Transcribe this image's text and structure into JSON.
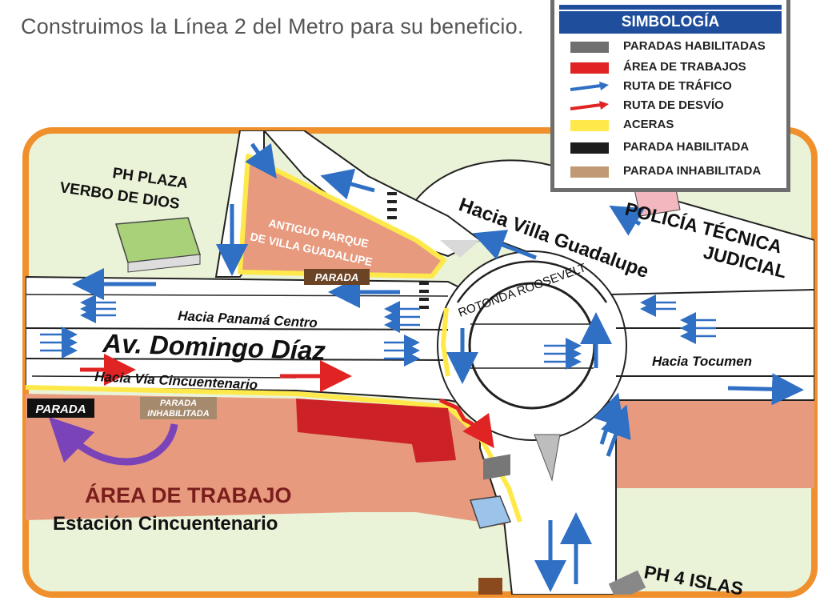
{
  "intro_text": "Construimos la Línea 2 del Metro para su beneficio.",
  "legend": {
    "title": "SIMBOLOGÍA",
    "items": [
      {
        "label": "PARADAS HABILITADAS",
        "symbol": "gray-bar",
        "color": "#6f6f6f"
      },
      {
        "label": "ÁREA DE TRABAJOS",
        "symbol": "red-bar",
        "color": "#e02424"
      },
      {
        "label": "RUTA DE TRÁFICO",
        "symbol": "blue-arrow",
        "color": "#2f6fc4"
      },
      {
        "label": "RUTA DE DESVÍO",
        "symbol": "red-arrow",
        "color": "#e02424"
      },
      {
        "label": "ACERAS",
        "symbol": "yellow-bar",
        "color": "#ffe94a"
      },
      {
        "label": "PARADA HABILITADA",
        "symbol": "black-bar",
        "color": "#1d1d1d"
      },
      {
        "label": "PARADA INHABILITADA",
        "symbol": "tan-bar",
        "color": "#c09a74"
      }
    ]
  },
  "map": {
    "places": {
      "ph_plaza_line1": "PH PLAZA",
      "ph_plaza_line2": "VERBO DE DIOS",
      "park_line1": "ANTIGUO PARQUE",
      "park_line2": "DE VILLA GUADALUPE",
      "policia_line1": "POLICÍA TÉCNICA",
      "policia_line2": "JUDICIAL",
      "ph_4_islas": "PH 4 ISLAS",
      "work_area_line1": "ÁREA DE TRABAJO",
      "work_area_line2": "Estación Cincuentenario"
    },
    "roads": {
      "main_avenue": "Av. Domingo Díaz",
      "to_panama_centro": "Hacia Panamá Centro",
      "to_via_cincuentenario": "Hacia Vía Cincuentenario",
      "to_villa_guadalupe": "Hacia Villa Guadalupe",
      "to_tocumen": "Hacia Tocumen",
      "roundabout": "ROTONDA ROOSEVELT"
    },
    "stops": {
      "parada_park": "PARADA",
      "parada_left": "PARADA",
      "parada_inhabilitada_line1": "PARADA",
      "parada_inhabilitada_line2": "INHABILITADA"
    },
    "colors": {
      "border_orange": "#f0902c",
      "land_green": "#eaf3d8",
      "work_salmon": "#e79a7e",
      "work_red": "#cc2127",
      "sidewalk_yellow": "#ffe94a",
      "traffic_blue": "#2f6fc4",
      "detour_red": "#e02424",
      "building_green": "#a8d17a",
      "building_blue": "#9cc3ea",
      "building_pink": "#f2b7bf"
    }
  }
}
